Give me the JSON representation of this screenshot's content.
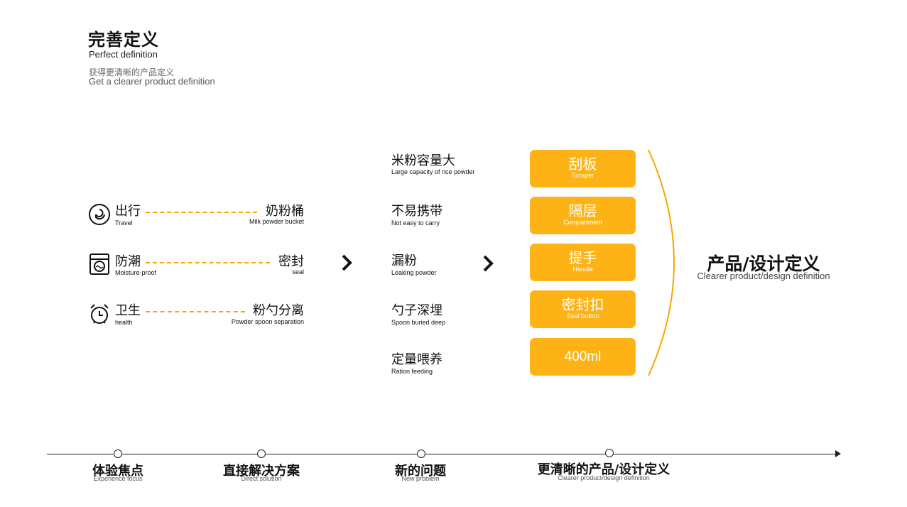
{
  "header": {
    "title": "完善定义",
    "title_en": "Perfect definition",
    "subtitle_zh": "获得更清晰的产品定义",
    "subtitle_en": "Get a clearer product definition"
  },
  "scenarios": [
    {
      "icon": "swirl-icon",
      "label_zh": "出行",
      "label_en": "Travel",
      "target_zh": "奶粉桶",
      "target_en": "Milk powder bucket"
    },
    {
      "icon": "washing-machine-icon",
      "label_zh": "防潮",
      "label_en": "Moisture-proof",
      "target_zh": "密封",
      "target_en": "seal"
    },
    {
      "icon": "alarm-clock-icon",
      "label_zh": "卫生",
      "label_en": "health",
      "target_zh": "粉勺分离",
      "target_en": "Powder spoon separation"
    }
  ],
  "problems": [
    {
      "zh": "米粉容量大",
      "en": "Large capacity of rice powder"
    },
    {
      "zh": "不易携带",
      "en": "Not easy to carry"
    },
    {
      "zh": "漏粉",
      "en": "Leaking powder"
    },
    {
      "zh": "勺子深埋",
      "en": "Spoon buried deep"
    },
    {
      "zh": "定量喂养",
      "en": "Ration feeding"
    }
  ],
  "solutions": [
    {
      "zh": "刮板",
      "en": "Scraper"
    },
    {
      "zh": "隔层",
      "en": "Compartment"
    },
    {
      "zh": "提手",
      "en": "Handle"
    },
    {
      "zh": "密封扣",
      "en": "Seal button"
    },
    {
      "zh": "400ml",
      "en": ""
    }
  ],
  "result": {
    "zh": "产品/设计定义",
    "en": "Clearer product/design definition"
  },
  "timeline": [
    {
      "zh": "体验焦点",
      "en": "Experience focus"
    },
    {
      "zh": "直接解决方案",
      "en": "Direct solution"
    },
    {
      "zh": "新的问题",
      "en": "New problem"
    },
    {
      "zh": "更清晰的产品/设计定义",
      "en": "Clearer product/design definition"
    }
  ],
  "colors": {
    "accent": "#fdb316",
    "dash": "#f7a800",
    "text": "#111111"
  }
}
